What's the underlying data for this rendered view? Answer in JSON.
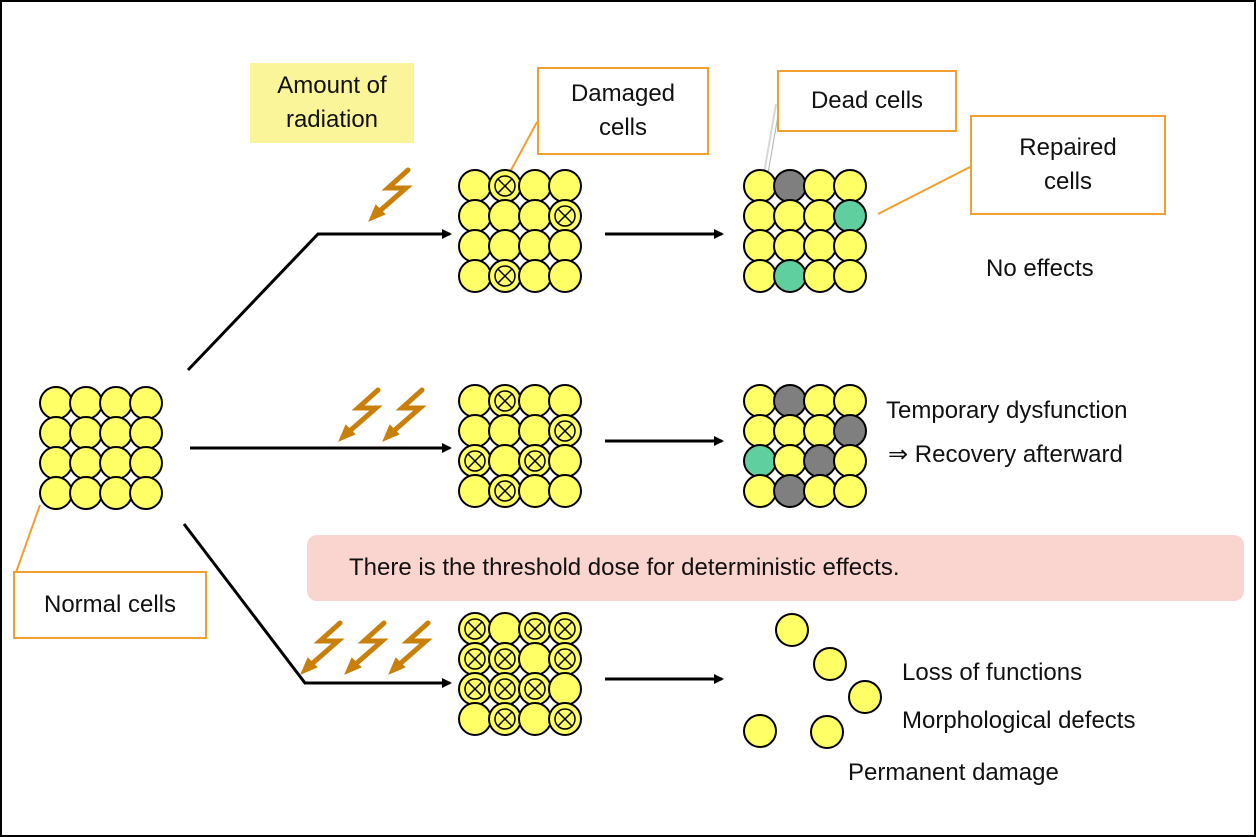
{
  "labels": {
    "amount_of_radiation": "Amount of\nradiation",
    "damaged_cells": "Damaged\ncells",
    "dead_cells": "Dead cells",
    "repaired_cells": "Repaired\ncells",
    "no_effects": "No effects",
    "temporary_dysfunction": "Temporary dysfunction",
    "recovery_afterward": "⇒ Recovery afterward",
    "threshold_banner": "There is the threshold dose for deterministic effects.",
    "normal_cells": "Normal cells",
    "loss_of_functions": "Loss of functions",
    "morphological_defects": "Morphological defects",
    "permanent_damage": "Permanent  damage"
  },
  "colors": {
    "cell_normal": "#ffff66",
    "cell_dead": "#7f7f7f",
    "cell_repaired": "#5fcf9f",
    "callout_border": "#f0a030",
    "lightning": "#c8800a",
    "banner_fill": "#fad4cf",
    "radiation_label_fill": "#fbf59a"
  },
  "grids": {
    "normal": [
      [
        "n",
        "n",
        "n",
        "n"
      ],
      [
        "n",
        "n",
        "n",
        "n"
      ],
      [
        "n",
        "n",
        "n",
        "n"
      ],
      [
        "n",
        "n",
        "n",
        "n"
      ]
    ],
    "damaged_low": [
      [
        "n",
        "x",
        "n",
        "n"
      ],
      [
        "n",
        "n",
        "n",
        "x"
      ],
      [
        "n",
        "n",
        "n",
        "n"
      ],
      [
        "n",
        "x",
        "n",
        "n"
      ]
    ],
    "result_low": [
      [
        "n",
        "d",
        "n",
        "n"
      ],
      [
        "n",
        "n",
        "n",
        "r"
      ],
      [
        "n",
        "n",
        "n",
        "n"
      ],
      [
        "n",
        "r",
        "n",
        "n"
      ]
    ],
    "damaged_mid": [
      [
        "n",
        "x",
        "n",
        "n"
      ],
      [
        "n",
        "n",
        "n",
        "x"
      ],
      [
        "x",
        "n",
        "x",
        "n"
      ],
      [
        "n",
        "x",
        "n",
        "n"
      ]
    ],
    "result_mid": [
      [
        "n",
        "d",
        "n",
        "n"
      ],
      [
        "n",
        "n",
        "n",
        "d"
      ],
      [
        "r",
        "n",
        "d",
        "n"
      ],
      [
        "n",
        "d",
        "n",
        "n"
      ]
    ],
    "damaged_high": [
      [
        "x",
        "n",
        "x",
        "x"
      ],
      [
        "x",
        "x",
        "n",
        "x"
      ],
      [
        "x",
        "x",
        "x",
        "n"
      ],
      [
        "n",
        "x",
        "n",
        "x"
      ]
    ]
  },
  "lightning_counts": {
    "low": 1,
    "mid": 2,
    "high": 3
  }
}
